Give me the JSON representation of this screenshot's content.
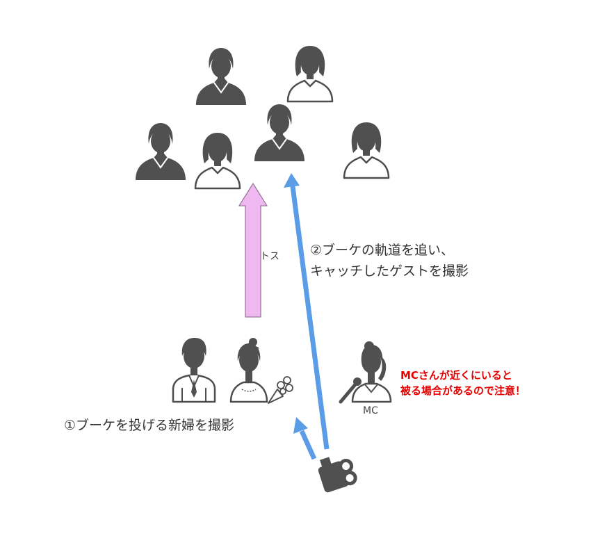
{
  "labels": {
    "toss": "トス",
    "step2_line1": "②ブーケの軌道を追い、",
    "step2_line2": "キャッチしたゲストを撮影",
    "step1": "①ブーケを投げる新婦を撮影",
    "mc": "MC",
    "warning_line1": "MCさんが近くにいると",
    "warning_line2": "被る場合があるので注意！"
  },
  "colors": {
    "icon_dark": "#505050",
    "icon_outline": "#4d4d4d",
    "toss_arrow": "#f0b8f0",
    "toss_arrow_stroke": "#9a7a9a",
    "camera_arrow": "#5a9de6",
    "warning": "#e60000"
  },
  "icons": {
    "guests": "woman-silhouette-icon",
    "groom": "groom-icon",
    "bride": "bride-icon",
    "bouquet": "bouquet-icon",
    "mc": "mc-with-microphone-icon",
    "camera": "camera-icon"
  }
}
